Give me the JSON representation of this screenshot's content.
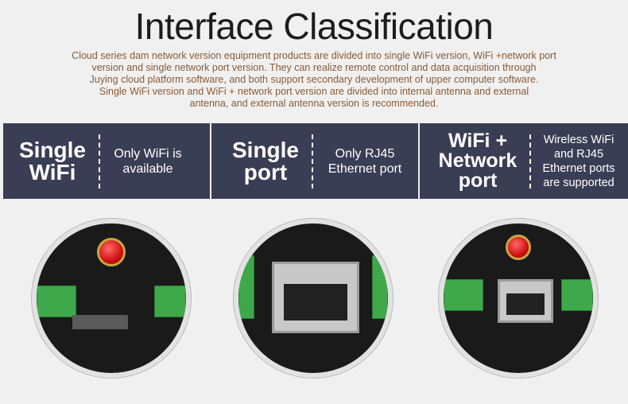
{
  "title": "Interface Classification",
  "description": [
    "Cloud series dam network version equipment products are divided into single WiFi version, WiFi +network port",
    "version and single network port version. They can realize remote control and data acquisition through",
    "Juying cloud platform software, and both support secondary development of upper computer software.",
    "Single WiFi version and WiFi + network port version are divided into internal antenna and external",
    "antenna, and external antenna version is recommended."
  ],
  "versions": [
    {
      "name": [
        "Single",
        "WiFi"
      ],
      "desc": [
        "Only WiFi is",
        "available"
      ]
    },
    {
      "name": [
        "Single",
        "port"
      ],
      "desc": [
        "Only RJ45",
        "Ethernet port"
      ]
    },
    {
      "name": [
        "WiFi +",
        "Network",
        "port"
      ],
      "desc": [
        "Wireless WiFi",
        "and RJ45",
        "Ethernet ports",
        "are supported"
      ]
    }
  ]
}
